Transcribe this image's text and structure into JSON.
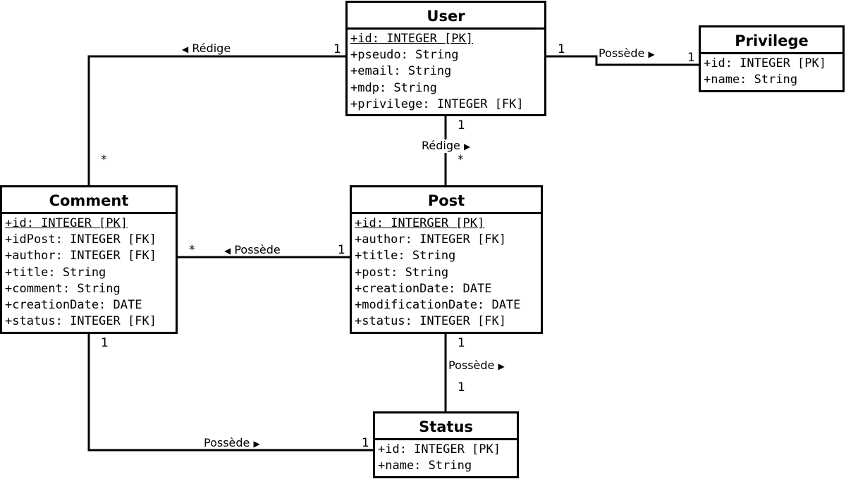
{
  "entities": {
    "user": {
      "name": "User",
      "attributes": [
        "+id: INTEGER [PK]",
        "+pseudo: String",
        "+email: String",
        "+mdp: String",
        "+privilege: INTEGER [FK]"
      ]
    },
    "privilege": {
      "name": "Privilege",
      "attributes": [
        "+id: INTEGER [PK]",
        "+name: String"
      ]
    },
    "comment": {
      "name": "Comment",
      "attributes": [
        "+id: INTEGER [PK]",
        "+idPost: INTEGER [FK]",
        "+author: INTEGER [FK]",
        "+title: String",
        "+comment: String",
        "+creationDate: DATE",
        "+status: INTEGER [FK]"
      ]
    },
    "post": {
      "name": "Post",
      "attributes": [
        "+id: INTERGER [PK]",
        "+author: INTEGER [FK]",
        "+title: String",
        "+post: String",
        "+creationDate: DATE",
        "+modificationDate: DATE",
        "+status: INTEGER [FK]"
      ]
    },
    "status": {
      "name": "Status",
      "attributes": [
        "+id: INTEGER [PK]",
        "+name: String"
      ]
    }
  },
  "relations": {
    "comment_user": {
      "label": "Rédige",
      "direction": "left",
      "mult_from": "*",
      "mult_to": "1"
    },
    "user_privilege": {
      "label": "Possède",
      "direction": "right",
      "mult_from": "1",
      "mult_to": "1"
    },
    "user_post": {
      "label": "Rédige",
      "direction": "right",
      "mult_from": "1",
      "mult_to": "*"
    },
    "post_comment": {
      "label": "Possède",
      "direction": "left",
      "mult_from": "1",
      "mult_to": "*"
    },
    "post_status": {
      "label": "Possède",
      "direction": "right",
      "mult_from": "1",
      "mult_to": "1"
    },
    "comment_status": {
      "label": "Possède",
      "direction": "right",
      "mult_from": "1",
      "mult_to": "1"
    }
  },
  "icons": {
    "left": "◀",
    "right": "▶"
  }
}
